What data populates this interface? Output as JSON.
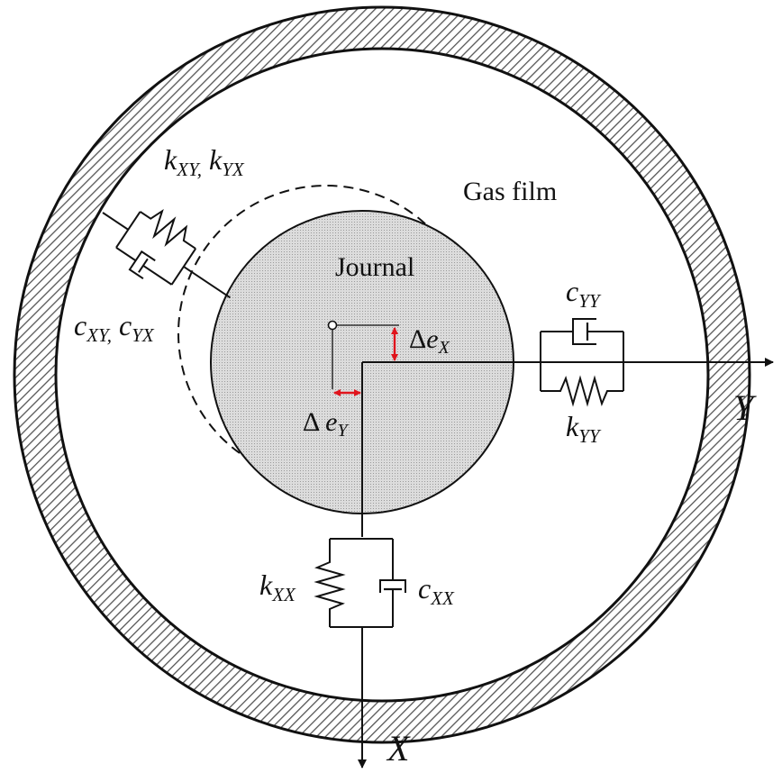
{
  "labels": {
    "gas_film": "Gas film",
    "journal": "Journal",
    "delta_ex": {
      "delta": "Δ",
      "e": "e",
      "sub": "X"
    },
    "delta_ey": {
      "delta": "Δ ",
      "e": "e",
      "sub": "Y"
    },
    "axis_y": "Y",
    "axis_x": "X",
    "k_xy_kyx": {
      "k1": "k",
      "s1": "XY,",
      "k2": " k",
      "s2": "YX"
    },
    "c_xy_cyx": {
      "c1": "c",
      "s1": "XY,",
      "c2": " c",
      "s2": "YX"
    },
    "c_yy": {
      "c": "c",
      "sub": "YY"
    },
    "k_yy": {
      "k": "k",
      "sub": "YY"
    },
    "k_xx": {
      "k": "k",
      "sub": "XX"
    },
    "c_xx": {
      "c": "c",
      "sub": "XX"
    }
  },
  "colors": {
    "stroke": "#111111",
    "arrow_red": "#e0141c",
    "journal_fill": "#d9d9d9",
    "hatch": "#555555"
  }
}
